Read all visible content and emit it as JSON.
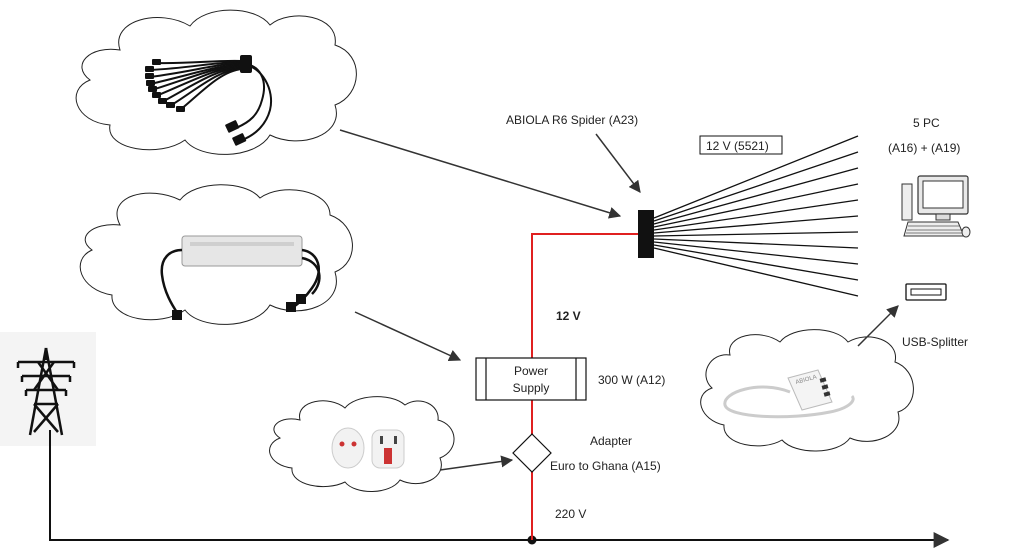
{
  "labels": {
    "spider": "ABIOLA R6 Spider (A23)",
    "connector": "12 V (5521)",
    "pc_count": "5 PC",
    "pc_ids": "(A16) + (A19)",
    "usb_splitter": "USB-Splitter",
    "voltage_12": "12 V",
    "power_supply_line1": "Power",
    "power_supply_line2": "Supply",
    "power_rating": "300 W (A12)",
    "adapter": "Adapter",
    "adapter_desc": "Euro to Ghana (A15)",
    "voltage_220": "220 V",
    "splitter_brand": "ABIOLA"
  },
  "icons": {
    "grid": "power-tower-icon",
    "pc": "desktop-computer-icon",
    "usb": "usb-port-icon"
  },
  "colors": {
    "line": "#333333",
    "power_line": "#e02020",
    "cloud": "#222222"
  }
}
